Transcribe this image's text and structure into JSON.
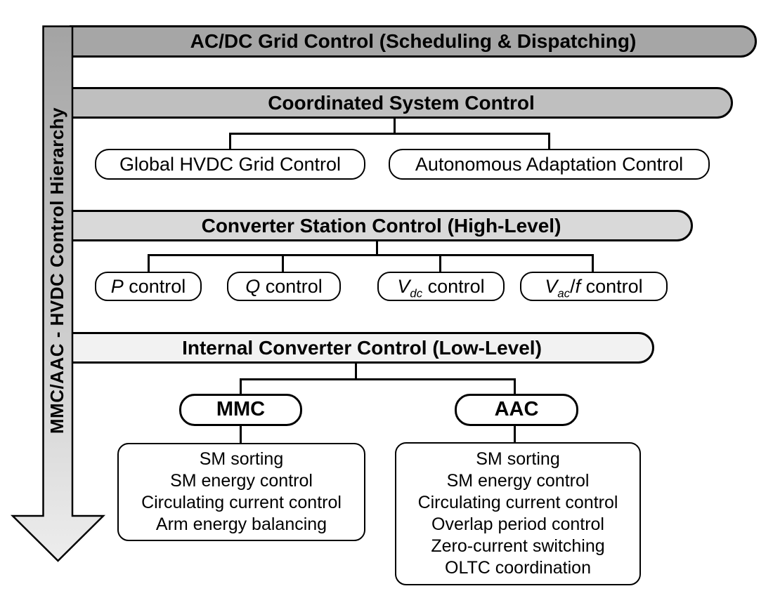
{
  "arrow": {
    "label": "MMC/AAC - HVDC Control Hierarchy"
  },
  "levels": {
    "grid": {
      "label": "AC/DC Grid Control (Scheduling & Dispatching)"
    },
    "coordinated": {
      "label": "Coordinated System Control",
      "children": [
        {
          "label": "Global HVDC Grid Control"
        },
        {
          "label": "Autonomous Adaptation Control"
        }
      ]
    },
    "station": {
      "label": "Converter Station Control (High-Level)",
      "children": [
        {
          "var": "P",
          "rest": " control"
        },
        {
          "var": "Q",
          "rest": " control"
        },
        {
          "var": "V",
          "sub": "dc",
          "rest": " control"
        },
        {
          "var": "V",
          "sub": "ac",
          "mid": "/",
          "var2": "f",
          "rest": " control"
        }
      ]
    },
    "internal": {
      "label": "Internal Converter Control (Low-Level)",
      "mmc": {
        "label": "MMC",
        "items": [
          "SM sorting",
          "SM energy control",
          "Circulating current control",
          "Arm energy balancing"
        ]
      },
      "aac": {
        "label": "AAC",
        "items": [
          "SM sorting",
          "SM energy control",
          "Circulating current control",
          "Overlap period control",
          "Zero-current switching",
          "OLTC coordination"
        ]
      }
    }
  },
  "colors": {
    "bar_grid": "#a6a6a6",
    "bar_coordinated": "#bfbfbf",
    "bar_station": "#d9d9d9",
    "bar_internal": "#f2f2f2",
    "arrow_gradient_top": "#a3a3a3",
    "arrow_gradient_bottom": "#ededed",
    "outline": "#000000",
    "box_fill": "#ffffff"
  }
}
